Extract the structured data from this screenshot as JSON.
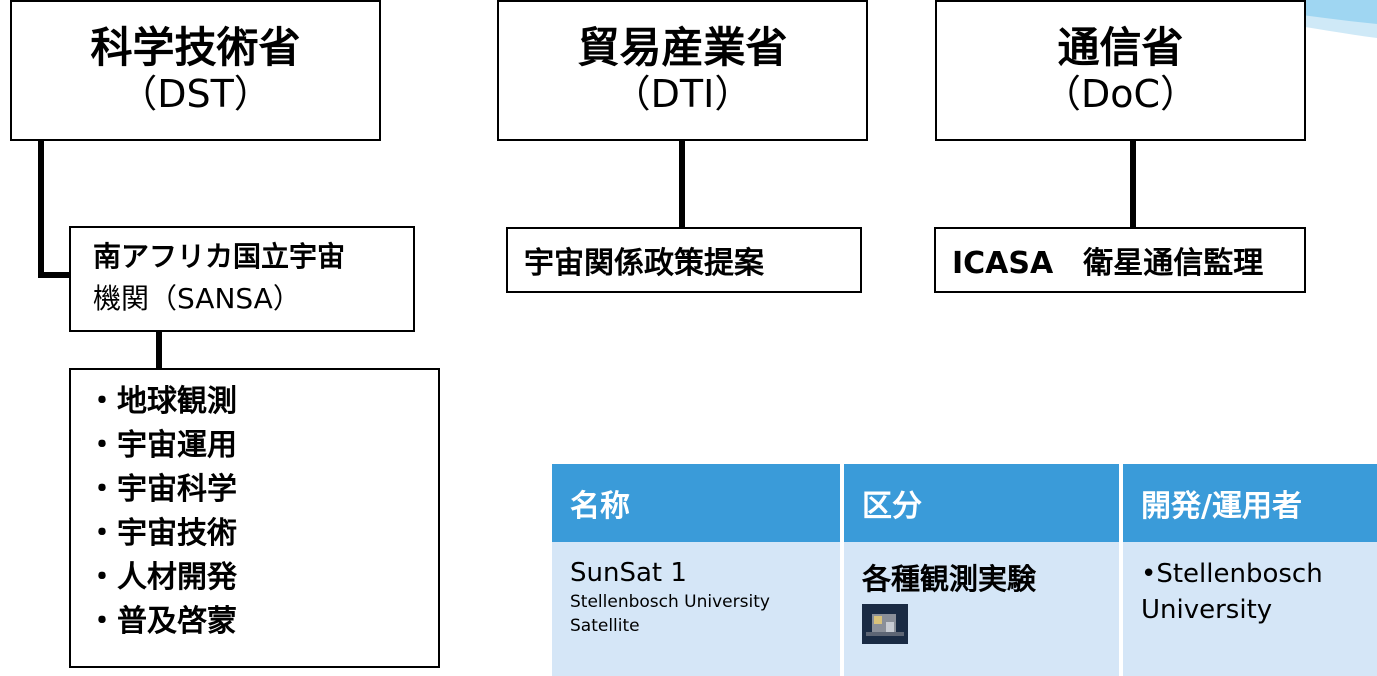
{
  "ministries": {
    "dst": {
      "name": "科学技術省",
      "abbr": "（DST）"
    },
    "dti": {
      "name": "貿易産業省",
      "abbr": "（DTI）"
    },
    "doc": {
      "name": "通信省",
      "abbr": "（DoC）"
    }
  },
  "agencies": {
    "sansa": {
      "line1": "南アフリカ国立宇宙",
      "line2": "機関（SANSA）"
    },
    "dti_role": "宇宙関係政策提案",
    "doc_role": "ICASA　衛星通信監理"
  },
  "sansa_functions": [
    "・地球観測",
    "・宇宙運用",
    "・宇宙科学",
    "・宇宙技術",
    "・人材開発",
    "・普及啓蒙"
  ],
  "table": {
    "headers": [
      "名称",
      "区分",
      "開発/運用者"
    ],
    "row": {
      "name": "SunSat 1",
      "name_full_1": "Stellenbosch University",
      "name_full_2": "Satellite",
      "category": "各種観測実験",
      "developer_1": "•Stellenbosch",
      "developer_2": "University"
    }
  },
  "colors": {
    "header_bg": "#3a9bd9",
    "row_bg": "#d5e6f7",
    "deco": "#9fd6f2"
  },
  "icons": {
    "satellite": "satellite-image"
  }
}
